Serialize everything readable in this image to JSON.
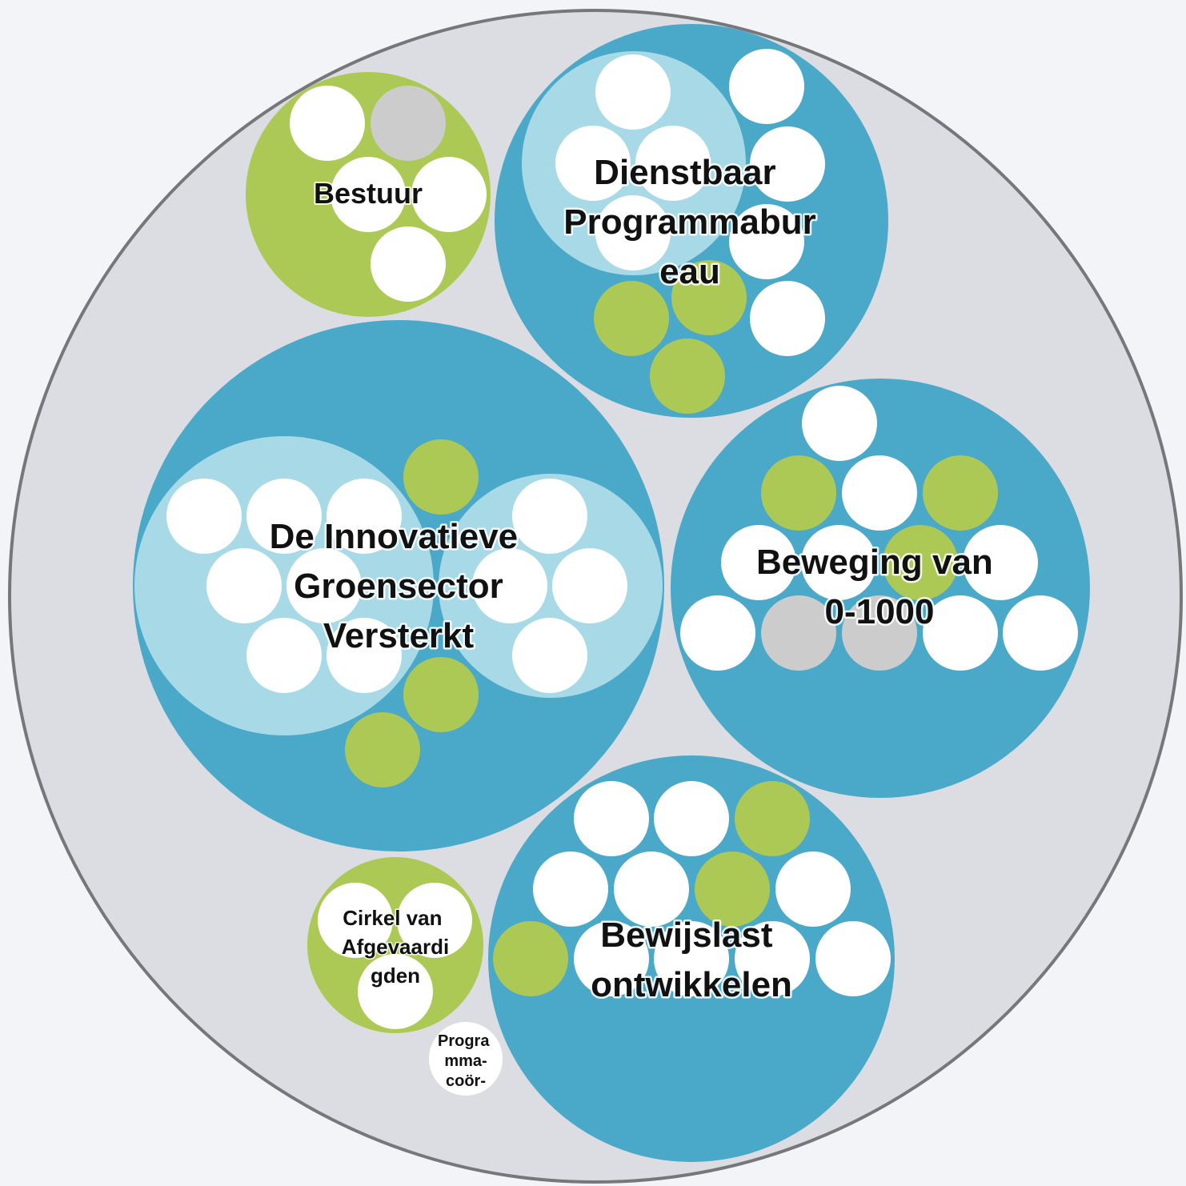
{
  "colors": {
    "background": "#f3f4f8",
    "outer_fill": "#dcdde2",
    "outer_stroke": "#77777b",
    "circle_blue": "#4aa8c8",
    "subcircle_light_blue": "#a8d9e6",
    "role_white": "#ffffff",
    "role_green": "#adc955",
    "role_grey": "#cccccc"
  },
  "circles": {
    "bestuur": "Bestuur",
    "dienstbaar": "Dienstbaar Programmabur eau",
    "innovatieve": "De Innovatieve Groensector Versterkt",
    "beweging": "Beweging van 0-1000",
    "bewijslast": "Bewijslast ontwikkelen",
    "cirkel_afgevaardigden": "Cirkel van Afgevaardi gden",
    "programma_coordinator": "Progra mma- coör-"
  }
}
